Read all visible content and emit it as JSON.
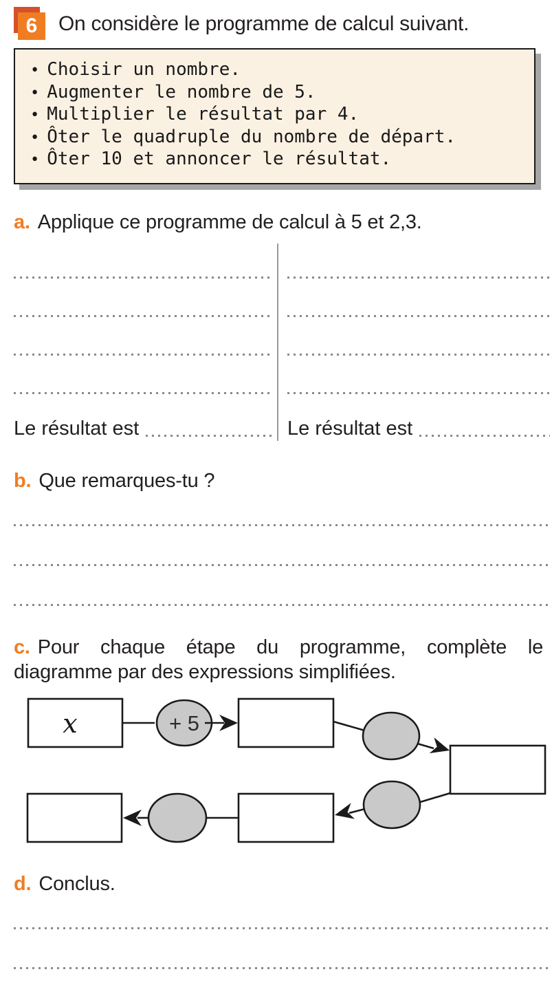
{
  "exercise_number": "6",
  "title": "On considère le programme de calcul suivant.",
  "program": {
    "steps": [
      "Choisir un nombre.",
      "Augmenter le nombre de 5.",
      "Multiplier le résultat par 4.",
      "Ôter le quadruple du nombre de départ.",
      "Ôter 10 et annoncer le résultat."
    ]
  },
  "questions": {
    "a": {
      "label": "a.",
      "text": "Applique ce programme de calcul à 5 et 2,3."
    },
    "b": {
      "label": "b.",
      "text": "Que remarques-tu ?"
    },
    "c": {
      "label": "c.",
      "text": "Pour chaque étape du programme, complète le diagramme par des expressions simplifiées."
    },
    "d": {
      "label": "d.",
      "text": "Conclus."
    }
  },
  "answers": {
    "result_label_left": "Le résultat est",
    "result_label_right": "Le résultat est"
  },
  "diagram": {
    "start_value": "x",
    "step1_operation": "+ 5"
  },
  "colors": {
    "accent": "#f07d22",
    "badge_back": "#d4512a",
    "box_bg": "#fbf1e3",
    "box_shadow": "#a6a6a6",
    "ink": "#231f20",
    "dots": "#8a8a8a",
    "divider": "#9a9a9a",
    "ellipse_fill": "#c9c9c9",
    "outline": "#1a1a1a"
  }
}
